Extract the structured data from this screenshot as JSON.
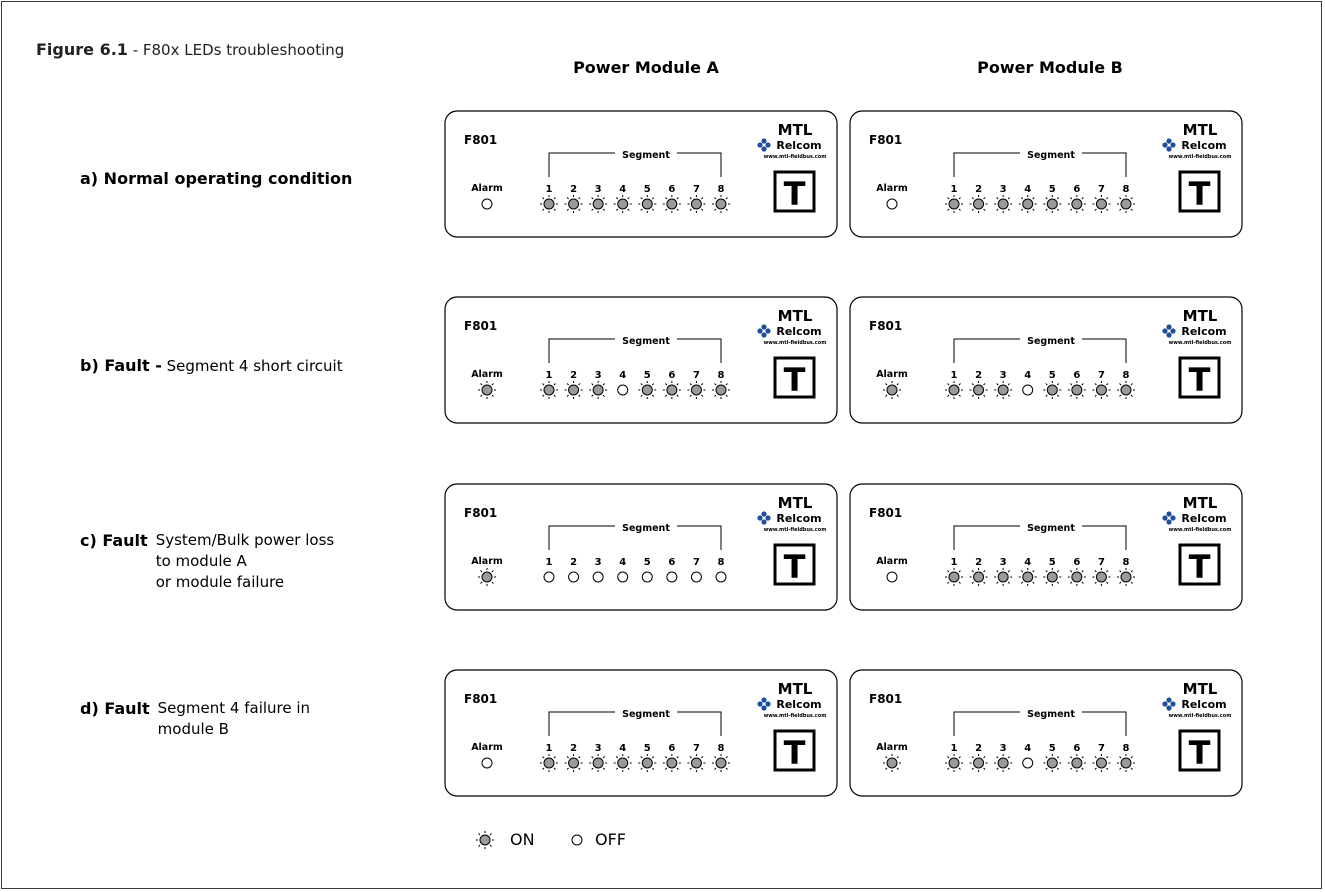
{
  "figure": {
    "number": "Figure 6.1",
    "title": " - F80x LEDs troubleshooting"
  },
  "columns": [
    "Power Module A",
    "Power Module B"
  ],
  "panel": {
    "model": "F801",
    "alarm_label": "Alarm",
    "segment_label": "Segment",
    "segment_numbers": [
      "1",
      "2",
      "3",
      "4",
      "5",
      "6",
      "7",
      "8"
    ],
    "logo_mark": "MTL",
    "logo_brand": "Relcom",
    "logo_url": "www.mtl-fieldbus.com",
    "badge": "T"
  },
  "rows": [
    {
      "lead": "a) Normal operating condition",
      "text_lines": [],
      "modules": [
        {
          "alarm": "off",
          "segments": [
            "on",
            "on",
            "on",
            "on",
            "on",
            "on",
            "on",
            "on"
          ]
        },
        {
          "alarm": "off",
          "segments": [
            "on",
            "on",
            "on",
            "on",
            "on",
            "on",
            "on",
            "on"
          ]
        }
      ]
    },
    {
      "lead": "b) Fault -",
      "text_lines": [
        "Segment 4 short circuit"
      ],
      "modules": [
        {
          "alarm": "on",
          "segments": [
            "on",
            "on",
            "on",
            "off",
            "on",
            "on",
            "on",
            "on"
          ]
        },
        {
          "alarm": "on",
          "segments": [
            "on",
            "on",
            "on",
            "off",
            "on",
            "on",
            "on",
            "on"
          ]
        }
      ]
    },
    {
      "lead": "c) Fault",
      "text_lines": [
        "System/Bulk power loss",
        "to module A",
        "or module failure"
      ],
      "modules": [
        {
          "alarm": "on",
          "segments": [
            "off",
            "off",
            "off",
            "off",
            "off",
            "off",
            "off",
            "off"
          ]
        },
        {
          "alarm": "off",
          "segments": [
            "on",
            "on",
            "on",
            "on",
            "on",
            "on",
            "on",
            "on"
          ]
        }
      ]
    },
    {
      "lead": "d) Fault",
      "text_lines": [
        "Segment 4 failure in",
        "module B"
      ],
      "modules": [
        {
          "alarm": "off",
          "segments": [
            "on",
            "on",
            "on",
            "on",
            "on",
            "on",
            "on",
            "on"
          ]
        },
        {
          "alarm": "on",
          "segments": [
            "on",
            "on",
            "on",
            "off",
            "on",
            "on",
            "on",
            "on"
          ]
        }
      ]
    }
  ],
  "legend": [
    {
      "state": "on",
      "label": "ON"
    },
    {
      "state": "off",
      "label": "OFF"
    }
  ],
  "colors": {
    "led_on_fill": "#9a9a9a",
    "stroke": "#000000"
  }
}
